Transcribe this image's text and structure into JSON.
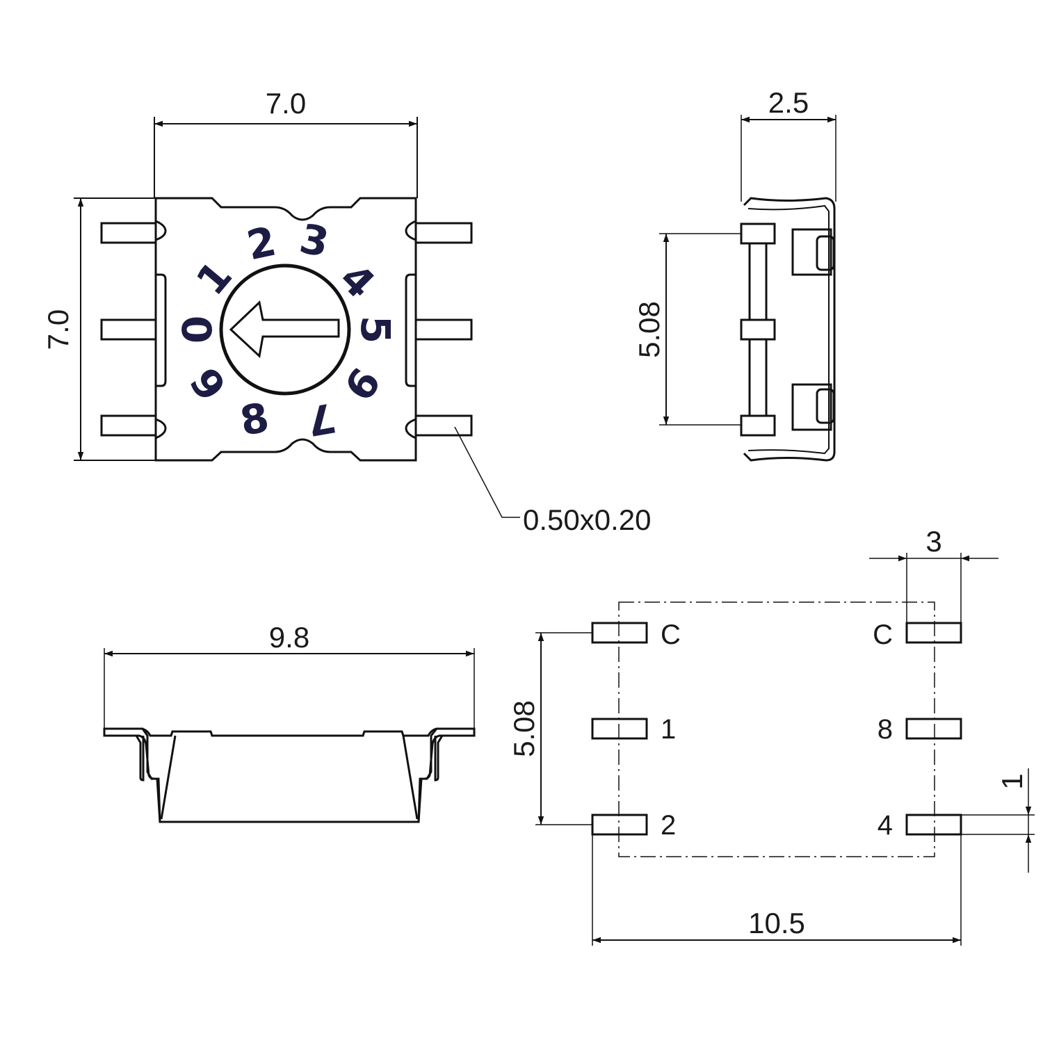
{
  "diagram": {
    "subject": "SMD rotary DIP switch, 0–9 positions",
    "colors": {
      "outline": "#111111",
      "dial_digits": "#1c1c44",
      "background": "#ffffff"
    },
    "top_view": {
      "width_label": "7.0",
      "height_label": "7.0",
      "lead_callout": "0.50x0.20",
      "dial_digits": [
        "0",
        "1",
        "2",
        "3",
        "4",
        "5",
        "6",
        "7",
        "8",
        "9"
      ],
      "dial_indicator": "arrow-left"
    },
    "side_view": {
      "width_label": "2.5",
      "pitch_label": "5.08"
    },
    "front_view": {
      "width_label": "9.8"
    },
    "footprint": {
      "pitch_label": "5.08",
      "overall_width_label": "10.5",
      "pad_length_label": "3",
      "pad_width_label": "1",
      "left_pins": [
        "C",
        "1",
        "2"
      ],
      "right_pins": [
        "C",
        "8",
        "4"
      ]
    }
  }
}
